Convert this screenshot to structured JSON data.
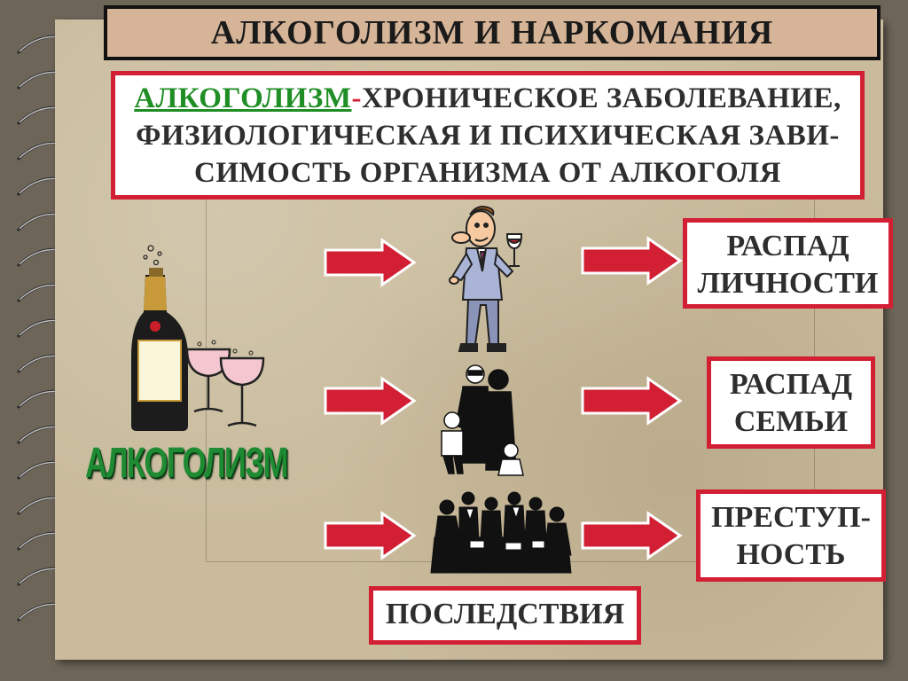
{
  "title": "АЛКОГОЛИЗМ И НАРКОМАНИЯ",
  "definition": {
    "term": "АЛКОГОЛИЗМ",
    "dash": "-",
    "line1_rest": "ХРОНИЧЕСКОЕ ЗАБОЛЕВАНИЕ,",
    "line2": "ФИЗИОЛОГИЧЕСКАЯ И ПСИХИЧЕСКАЯ ЗАВИ-",
    "line3": "СИМОСТЬ ОРГАНИЗМА ОТ АЛКОГОЛЯ"
  },
  "alcohol_label": "АЛКОГОЛИЗМ",
  "effects": [
    {
      "line1": "РАСПАД",
      "line2": "ЛИЧНОСТИ"
    },
    {
      "line1": "РАСПАД",
      "line2": "СЕМЬИ"
    },
    {
      "line1": "ПРЕСТУП-",
      "line2": "НОСТЬ"
    }
  ],
  "consequences_label": "ПОСЛЕДСТВИЯ",
  "colors": {
    "frame_red": "#d21f33",
    "term_green": "#1f8e25",
    "arrow_red": "#d21f33",
    "title_bg": "#d6b497",
    "page_bg": "#c9bb9c"
  },
  "icons": [
    "spiral-binding-icon",
    "champagne-bottle-icon",
    "wine-glass-icon",
    "man-with-wine-icon",
    "family-icon",
    "meeting-group-icon",
    "arrow-right-icon"
  ]
}
